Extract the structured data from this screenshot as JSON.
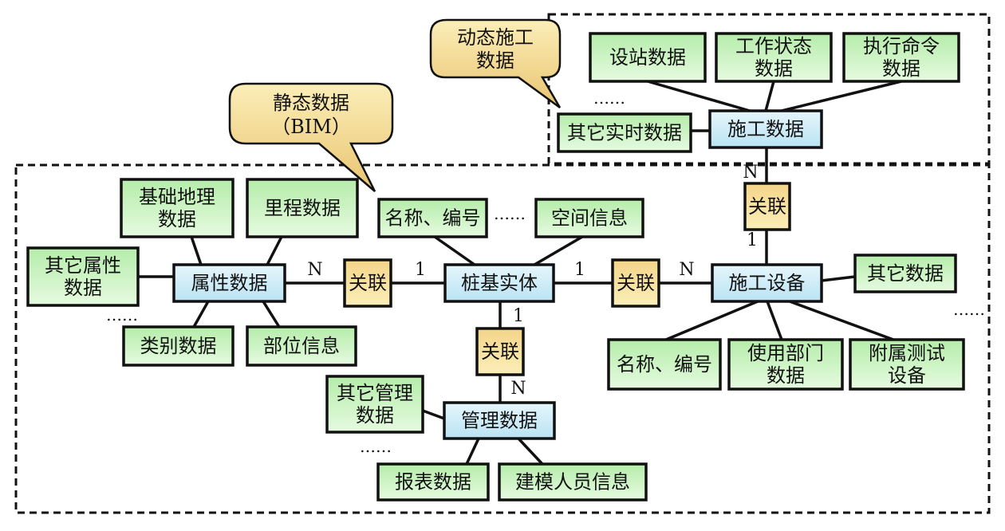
{
  "colors": {
    "entity_green": "#c8f2c0",
    "core_blue": "#d3eef8",
    "relation_yellow": "#f7de98",
    "callout": "#f0d68c"
  },
  "callouts": {
    "dynamic": [
      "动态施工",
      "数据"
    ],
    "static": [
      "静态数据",
      "（BIM）"
    ]
  },
  "nodes": {
    "station": [
      "设站数据"
    ],
    "work_state": [
      "工作状态",
      "数据"
    ],
    "exec_cmd": [
      "执行命令",
      "数据"
    ],
    "other_realtime": [
      "其它实时数据"
    ],
    "construction_data": [
      "施工数据"
    ],
    "rel_top": [
      "关联"
    ],
    "equipment": [
      "施工设备"
    ],
    "other_data": [
      "其它数据"
    ],
    "eq_name": [
      "名称、编号"
    ],
    "dept": [
      "使用部门",
      "数据"
    ],
    "test_equip": [
      "附属测试",
      "设备"
    ],
    "rel_right": [
      "关联"
    ],
    "pile": [
      "桩基实体"
    ],
    "rel_left": [
      "关联"
    ],
    "attr": [
      "属性数据"
    ],
    "geo": [
      "基础地理",
      "数据"
    ],
    "mileage": [
      "里程数据"
    ],
    "other_attr": [
      "其它属性",
      "数据"
    ],
    "category": [
      "类别数据"
    ],
    "position": [
      "部位信息"
    ],
    "pile_name": [
      "名称、编号"
    ],
    "space": [
      "空间信息"
    ],
    "rel_bottom": [
      "关联"
    ],
    "mgmt": [
      "管理数据"
    ],
    "other_mgmt": [
      "其它管理",
      "数据"
    ],
    "report": [
      "报表数据"
    ],
    "modeler": [
      "建模人员信息"
    ]
  },
  "cardinality": {
    "attr_n": "N",
    "pile_left_1": "1",
    "pile_right_1": "1",
    "equip_n": "N",
    "constr_n": "N",
    "equip_1": "1",
    "pile_bottom_1": "1",
    "mgmt_n": "N"
  },
  "ellipsis": "……"
}
